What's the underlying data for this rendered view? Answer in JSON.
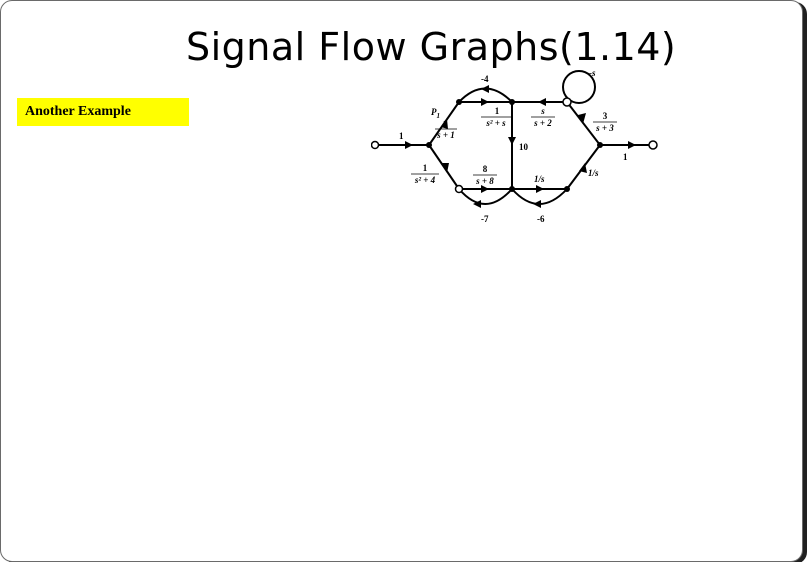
{
  "slide": {
    "title": "Signal Flow Graphs(1.14)",
    "badge_text": "Another Example",
    "badge_color": "#ffff00"
  },
  "diagram": {
    "node_label_p1": "P",
    "node_label_p1_sub": "1",
    "gain_in": "1",
    "gain_out": "1",
    "gain_top_left_num": "1",
    "gain_top_left_den": "s + 1",
    "gain_bottom_left_num": "1",
    "gain_bottom_left_den": "s² + 4",
    "gain_top_mid_num": "1",
    "gain_top_mid_den": "s² + s",
    "gain_top_right_num": "s",
    "gain_top_right_den": "s + 2",
    "gain_right_up_num": "3",
    "gain_right_up_den": "s + 3",
    "gain_bottom_mid_num": "8",
    "gain_bottom_mid_den": "s + 8",
    "gain_vertical": "10",
    "gain_bottom_right": "1/s",
    "gain_right_down": "1/s",
    "feedback_top": "-4",
    "feedback_self": "-s",
    "feedback_bottom_left": "-7",
    "feedback_bottom_right": "-6"
  }
}
